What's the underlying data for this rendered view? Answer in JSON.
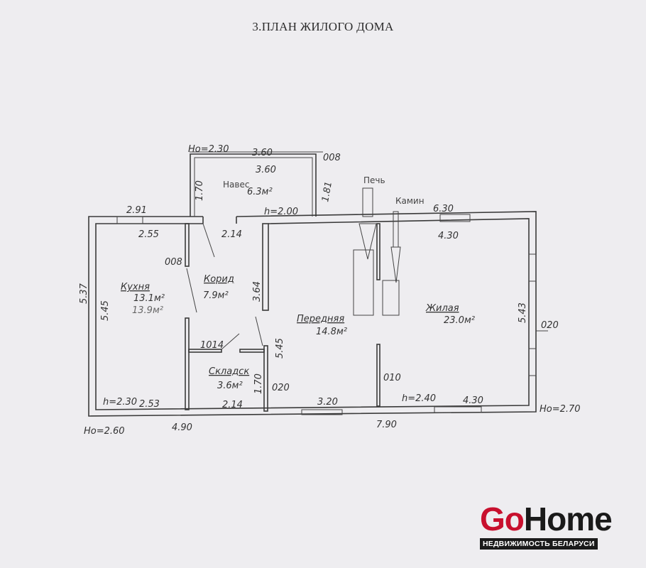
{
  "title": "3.ПЛАН ЖИЛОГО ДОМА",
  "labels": {
    "canopy_height": "Hо=2.30",
    "canopy_outer_width": "3.60",
    "canopy_inner_width": "3.60",
    "canopy_wall": "008",
    "canopy_left_depth": "1.70",
    "canopy_right_depth": "1.81",
    "canopy_name": "Навес",
    "canopy_area": "6.3м²",
    "canopy_h": "h=2.00",
    "stove": "Печь",
    "fireplace": "Камин",
    "top_outer_left": "2.91",
    "top_inner_left": "2.55",
    "corridor_width": "2.14",
    "top_outer_right": "6.30",
    "top_inner_right": "4.30",
    "left_outer": "5.37",
    "left_inner": "5.45",
    "kitchen_wall": "008",
    "kitchen_name": "Кухня",
    "kitchen_area": "13.1м²",
    "kitchen_area_alt": "13.9м²",
    "corridor_name": "Корид",
    "corridor_area": "7.9м²",
    "corridor_depth": "3.64",
    "hall_name": "Передняя",
    "hall_area": "14.8м²",
    "hall_depth": "5.45",
    "living_name": "Жилая",
    "living_area": "23.0м²",
    "right_inner": "5.43",
    "right_wall": "020",
    "storage_wall": "1014",
    "storage_name": "Складск",
    "storage_area": "3.6м²",
    "storage_depth": "1.70",
    "storage_partition": "020",
    "storage_width": "2.14",
    "partition_wall": "010",
    "kitchen_h": "h=2.30",
    "kitchen_bottom": "2.53",
    "hall_bottom": "3.20",
    "living_h": "h=2.40",
    "living_bottom": "4.30",
    "right_height": "Hо=2.70",
    "left_height": "Hо=2.60",
    "bottom_outer_left": "4.90",
    "bottom_outer_right": "7.90"
  },
  "logo": {
    "go": "Go",
    "home": "Home",
    "tagline": "НЕДВИЖИМОСТЬ БЕЛАРУСИ"
  }
}
